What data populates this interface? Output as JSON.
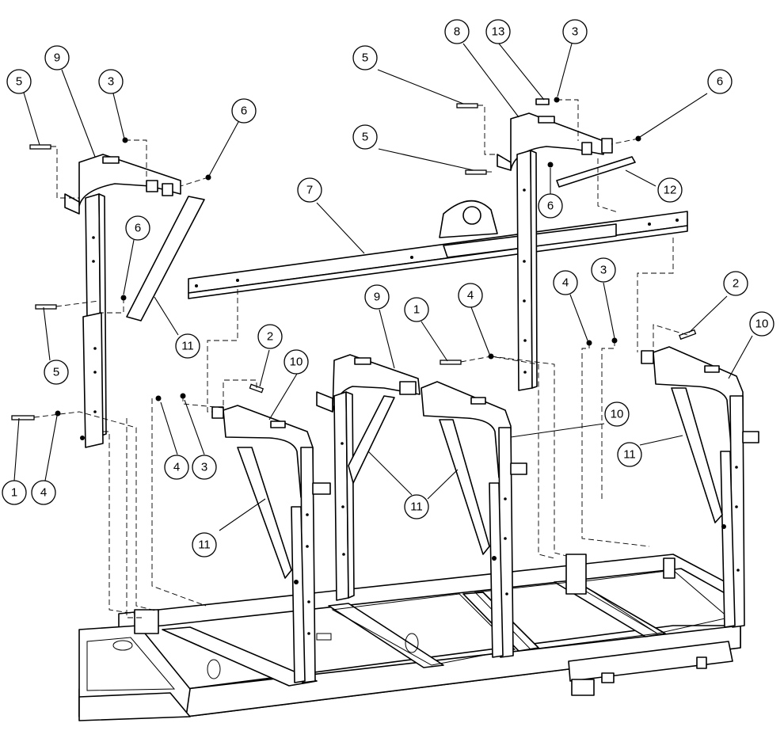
{
  "callouts": [
    {
      "label": "5"
    },
    {
      "label": "9"
    },
    {
      "label": "3"
    },
    {
      "label": "6"
    },
    {
      "label": "6"
    },
    {
      "label": "5"
    },
    {
      "label": "1"
    },
    {
      "label": "4"
    },
    {
      "label": "11"
    },
    {
      "label": "5"
    },
    {
      "label": "8"
    },
    {
      "label": "13"
    },
    {
      "label": "3"
    },
    {
      "label": "6"
    },
    {
      "label": "5"
    },
    {
      "label": "12"
    },
    {
      "label": "6"
    },
    {
      "label": "7"
    },
    {
      "label": "2"
    },
    {
      "label": "10"
    },
    {
      "label": "4"
    },
    {
      "label": "3"
    },
    {
      "label": "11"
    },
    {
      "label": "9"
    },
    {
      "label": "1"
    },
    {
      "label": "4"
    },
    {
      "label": "4"
    },
    {
      "label": "3"
    },
    {
      "label": "2"
    },
    {
      "label": "10"
    },
    {
      "label": "10"
    },
    {
      "label": "11"
    },
    {
      "label": "11"
    }
  ]
}
